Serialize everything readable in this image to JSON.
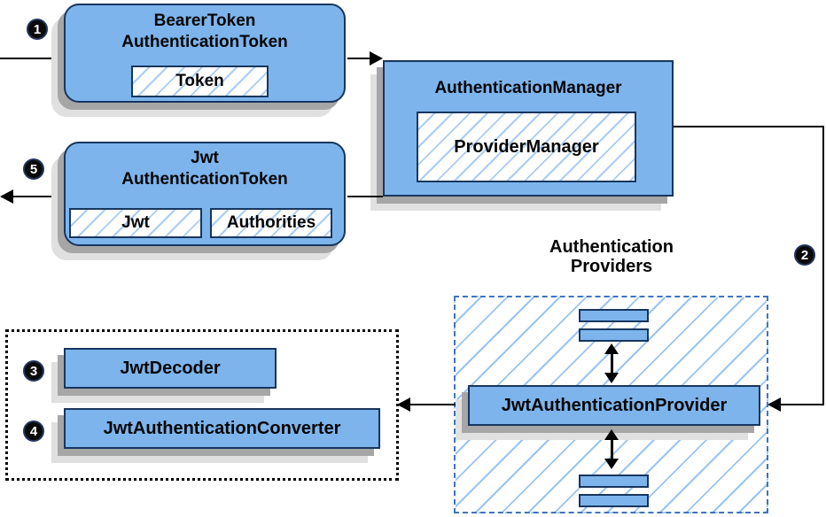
{
  "diagram": {
    "badges": {
      "step1": "1",
      "step2": "2",
      "step3": "3",
      "step4": "4",
      "step5": "5"
    },
    "bearer_token_node": {
      "title_line1": "BearerToken",
      "title_line2": "AuthenticationToken",
      "field": "Token"
    },
    "authentication_manager_node": {
      "title": "AuthenticationManager",
      "field": "ProviderManager"
    },
    "jwt_token_node": {
      "title_line1": "Jwt",
      "title_line2": "AuthenticationToken",
      "field_jwt": "Jwt",
      "field_authorities": "Authorities"
    },
    "providers_group": {
      "label_line1": "Authentication",
      "label_line2": "Providers",
      "provider_node": "JwtAuthenticationProvider"
    },
    "helpers_group": {
      "decoder_node": "JwtDecoder",
      "converter_node": "JwtAuthenticationConverter"
    },
    "colors": {
      "node_fill": "#7db4ec",
      "node_border": "#17365f",
      "hatch_line": "#a9cdf2",
      "group_hatch_line": "#9ac4ef",
      "group_dash_border": "#3e74bd",
      "dotted_border": "#000000",
      "arrow": "#000000",
      "shadow_dark": "#a6a6a6",
      "shadow_light": "#e0e0e0",
      "badge_bg": "#0a0a0a",
      "badge_text": "#ffffff"
    }
  }
}
